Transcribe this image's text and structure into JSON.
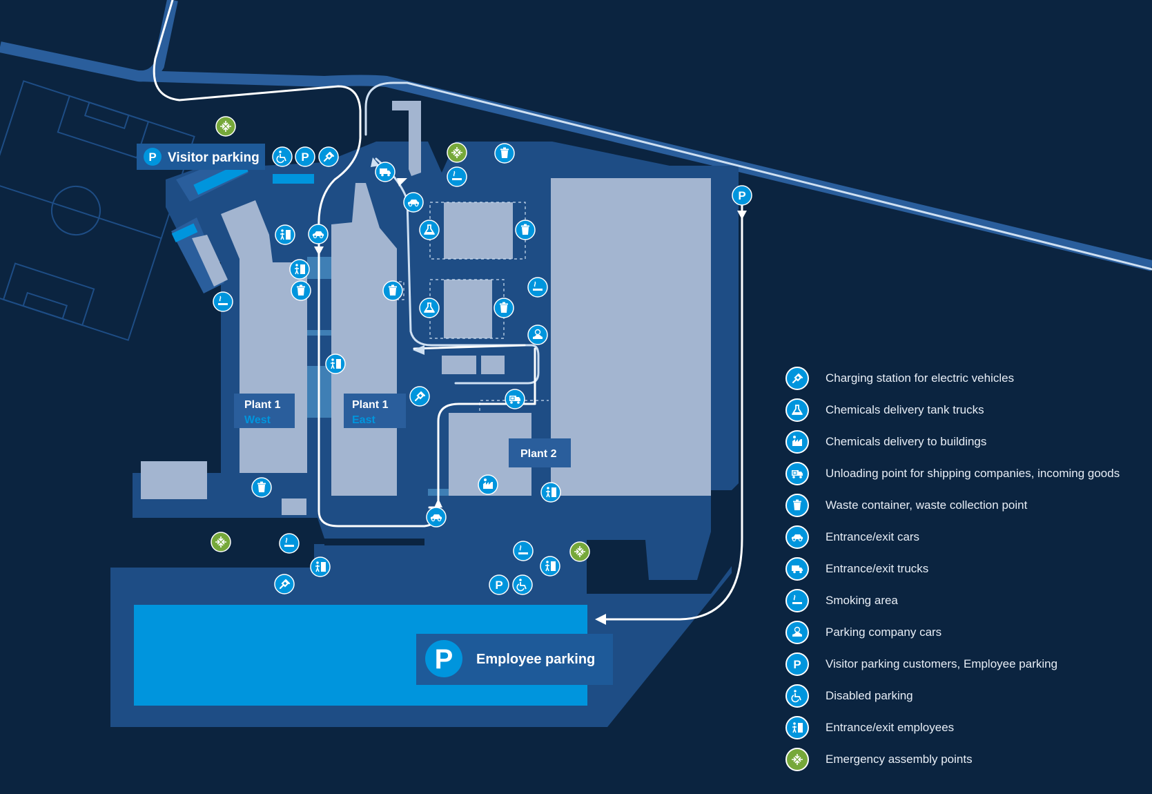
{
  "map": {
    "visitor_parking_label": "Visitor parking",
    "employee_parking_label": "Employee parking",
    "parking_symbol": "P",
    "plants": [
      {
        "name": "Plant 1",
        "sub": "West"
      },
      {
        "name": "Plant 1",
        "sub": "East"
      },
      {
        "name": "Plant 2",
        "sub": ""
      }
    ]
  },
  "colors": {
    "background": "#0b2440",
    "site_area": "#1e4d85",
    "building": "#a3b5d0",
    "road": "#2a5e9c",
    "route": "#ffffff",
    "accent_blue": "#0095dd",
    "assembly_green": "#76a83a"
  },
  "legend": [
    {
      "icon": "ev-charging-icon",
      "label": "Charging station for electric vehicles"
    },
    {
      "icon": "chemical-flask-icon",
      "label": "Chemicals delivery tank trucks"
    },
    {
      "icon": "chemical-building-icon",
      "label": "Chemicals delivery to buildings"
    },
    {
      "icon": "unloading-truck-icon",
      "label": "Unloading point for shipping companies, incoming goods"
    },
    {
      "icon": "waste-bin-icon",
      "label": "Waste container, waste collection point"
    },
    {
      "icon": "car-icon",
      "label": "Entrance/exit cars"
    },
    {
      "icon": "truck-icon",
      "label": "Entrance/exit trucks"
    },
    {
      "icon": "smoking-icon",
      "label": "Smoking area"
    },
    {
      "icon": "company-car-icon",
      "label": "Parking company cars"
    },
    {
      "icon": "parking-icon",
      "label": "Visitor parking customers, Employee parking"
    },
    {
      "icon": "wheelchair-icon",
      "label": "Disabled parking"
    },
    {
      "icon": "employee-door-icon",
      "label": "Entrance/exit employees"
    },
    {
      "icon": "assembly-point-icon",
      "label": "Emergency assembly points"
    }
  ]
}
